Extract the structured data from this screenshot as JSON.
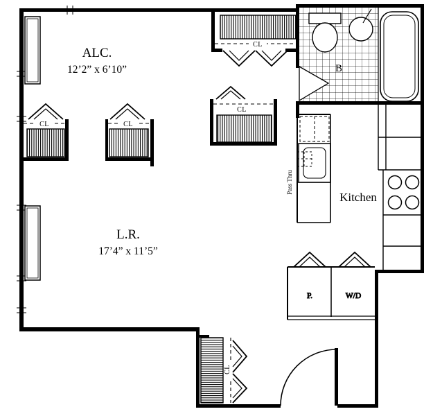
{
  "plan": {
    "alcove": {
      "label": "ALC.",
      "dims": "12’2” x 6’10”"
    },
    "living_room": {
      "label": "L.R.",
      "dims": "17’4” x 11’5”"
    },
    "kitchen": {
      "label": "Kitchen"
    },
    "bathroom": {
      "label": "B"
    },
    "pass_thru": {
      "label": "Pass Thru"
    },
    "pantry": {
      "label": "P."
    },
    "washer_dryer": {
      "label": "W/D"
    },
    "closet": {
      "label": "CL"
    }
  },
  "colors": {
    "line": "#000000",
    "background": "#ffffff"
  }
}
